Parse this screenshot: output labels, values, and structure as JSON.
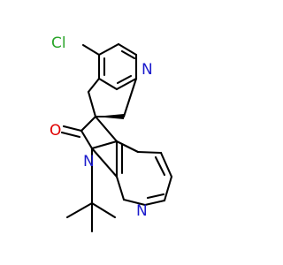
{
  "colors": {
    "background": "#ffffff",
    "bond": "#000000",
    "nitrogen": "#1a1acc",
    "oxygen": "#e00000",
    "chlorine": "#2aa52a"
  },
  "atoms": {
    "cl": "Cl",
    "n_top": "N",
    "o": "O",
    "n_amide": "N",
    "n_bottom": "N"
  }
}
